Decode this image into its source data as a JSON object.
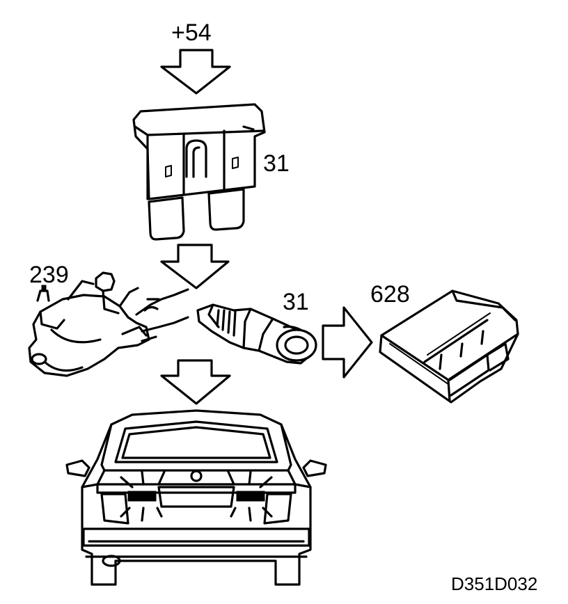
{
  "labels": {
    "supply": "+54",
    "fuse": "31",
    "switch_component": "239",
    "sensor": "31",
    "control_module": "628",
    "drawing_code": "D351D032"
  }
}
